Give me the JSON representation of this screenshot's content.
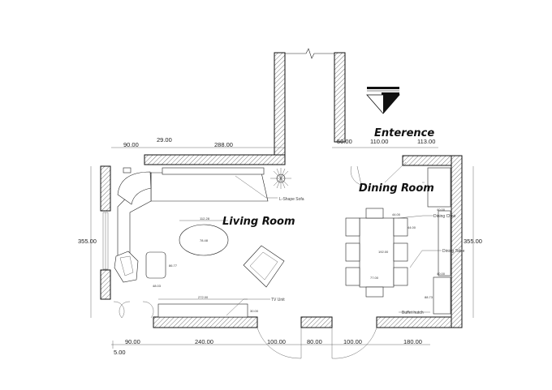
{
  "rooms": {
    "living": "Living Room",
    "dining": "Dining Room",
    "entrance": "Enterence"
  },
  "dimensions": {
    "top_left_90": "90.00",
    "top_29": "29.00",
    "top_288": "288.00",
    "top_50": "50.00",
    "top_110": "110.00",
    "top_113": "113.00",
    "left_355": "355.00",
    "right_355": "355.00",
    "bottom_90": "90.00",
    "bottom_240": "240.00",
    "bottom_100a": "100.00",
    "bottom_80": "80.00",
    "bottom_100b": "100.00",
    "bottom_180": "180.00",
    "bottom_5": "5.00"
  },
  "small_dims": {
    "table_len": "112.28",
    "table_w": "78.48",
    "ottoman_h": "86.77",
    "ottoman_w": "48.03",
    "tv_len": "272.00",
    "tv_depth": "30.00",
    "chair_w": "44.00",
    "chair_d": "44.00",
    "dining_len": "192.00",
    "dining_w": "77.00",
    "hutch_top": "40.00",
    "hutch_mid": "40.00",
    "hutch_len": "88.73"
  },
  "annotations": {
    "sofa": "L-Shape Sofa",
    "tv": "TV Unit",
    "dining_chair": "Dining Chair",
    "dining_table": "Dining Table",
    "buffet": "Buffet hutch"
  }
}
